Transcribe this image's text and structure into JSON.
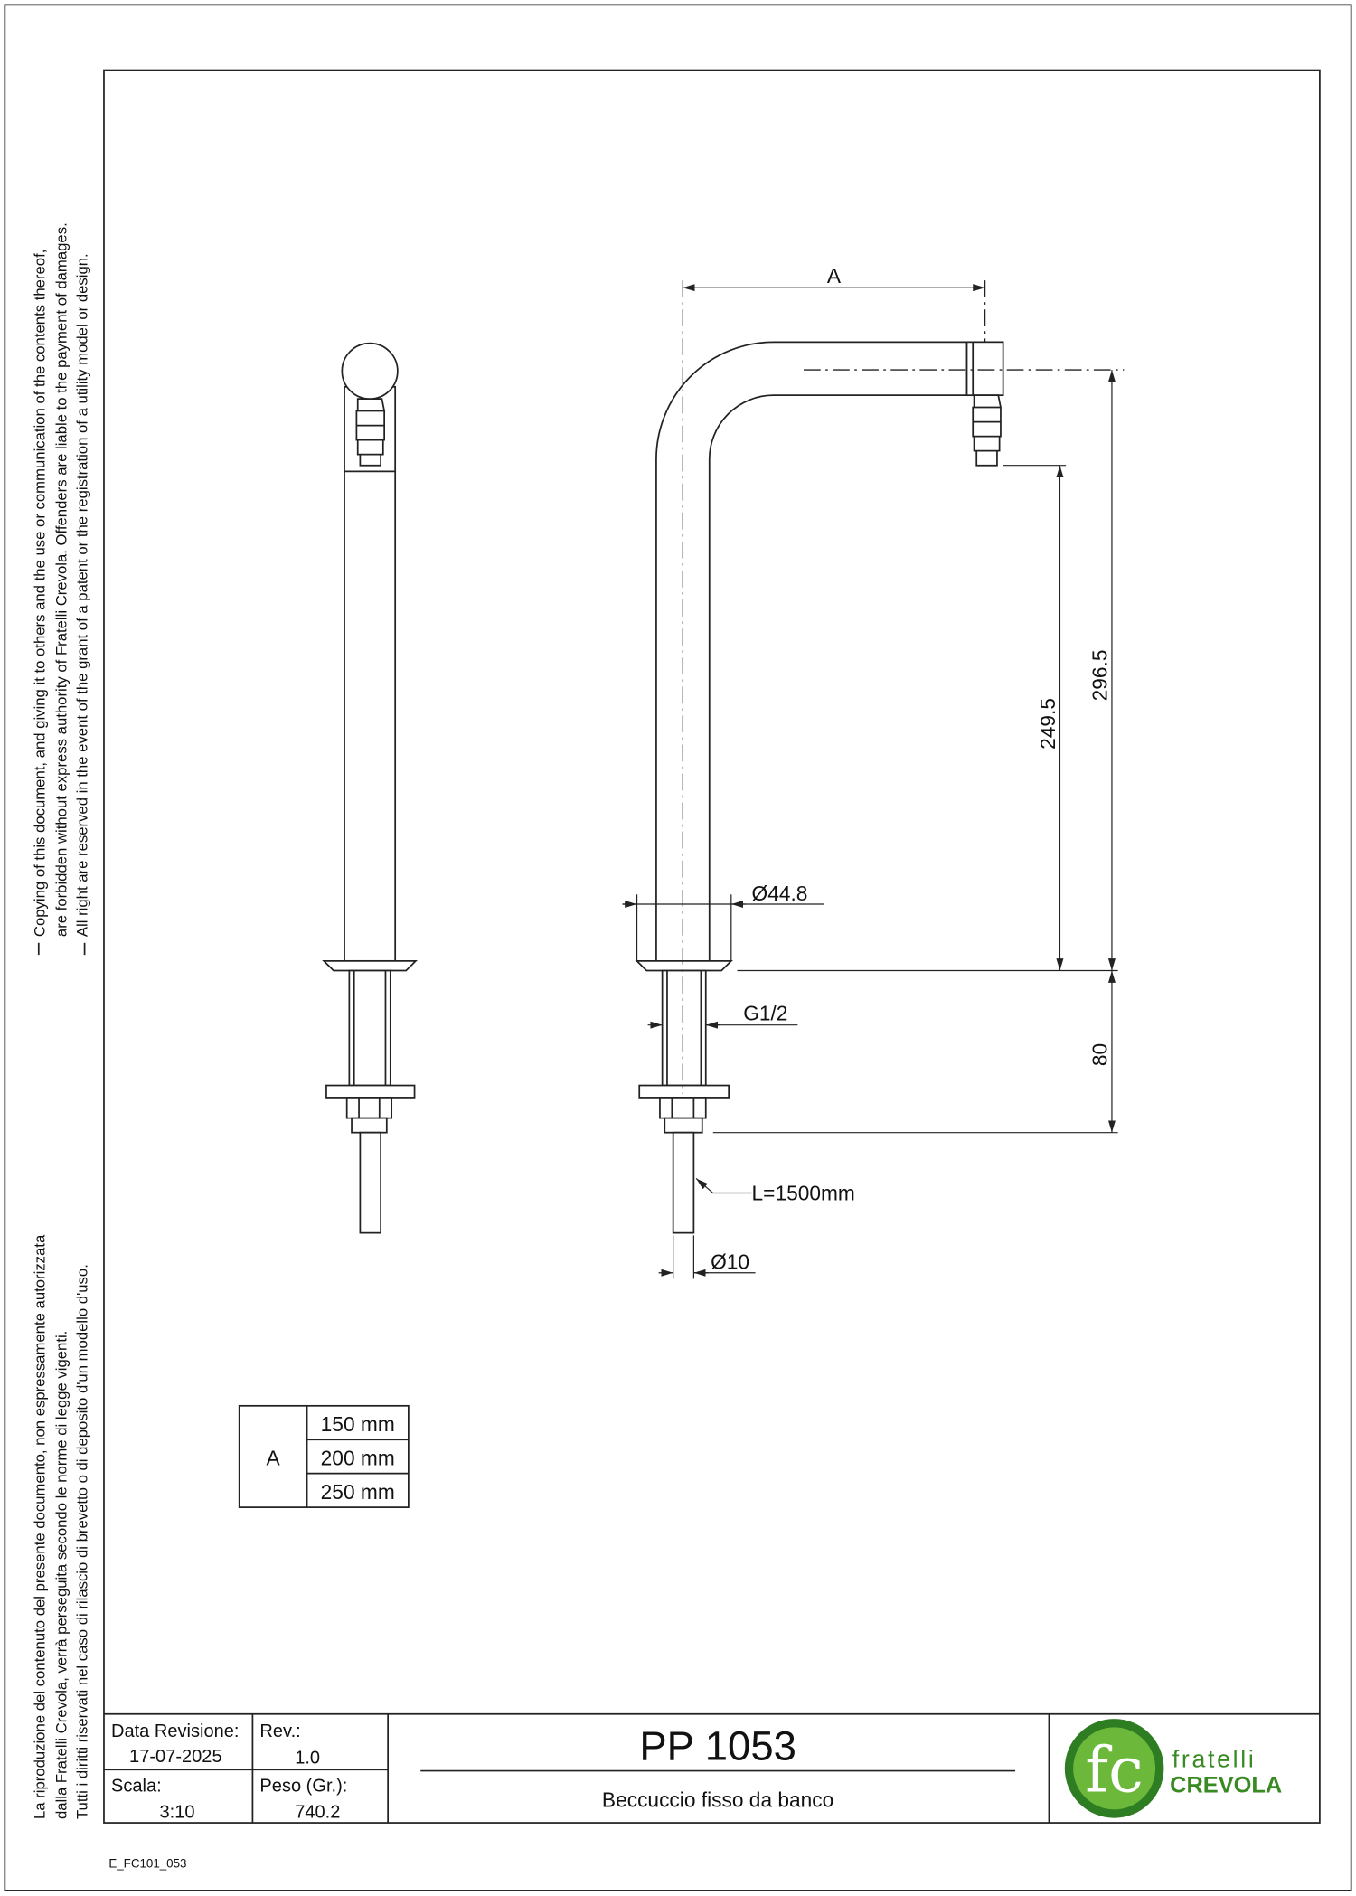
{
  "legal": {
    "en": [
      "Copying of this document, and giving it to others and the use or communication of the contents thereof,",
      "are forbidden without express authority of Fratelli Crevola. Offenders are liable to the payment of damages.",
      "All right are reserved in the event of the grant of a patent or the registration of a utility model or design."
    ],
    "it": [
      "La riproduzione del contenuto del presente documento, non espressamente autorizzata",
      "dalla Fratelli Crevola, verrà perseguita secondo le norme di legge vigenti.",
      "Tutti i diritti riservati nel caso di rilascio di brevetto o di deposito d'un modello d'uso."
    ]
  },
  "dimensions": {
    "a_label": "A",
    "d1": "296.5",
    "d2": "249.5",
    "d3": "80",
    "diameter_tube": "Ø44.8",
    "thread": "G1/2",
    "length": "L=1500mm",
    "diameter_pipe": "Ø10"
  },
  "variants_table": {
    "label": "A",
    "values": [
      "150 mm",
      "200 mm",
      "250 mm"
    ]
  },
  "title_block": {
    "date_label": "Data Revisione:",
    "date_value": "17-07-2025",
    "rev_label": "Rev.:",
    "rev_value": "1.0",
    "scale_label": "Scala:",
    "scale_value": "3:10",
    "weight_label": "Peso (Gr.):",
    "weight_value": "740.2",
    "code": "PP 1053",
    "description": "Beccuccio fisso da banco"
  },
  "logo": {
    "line1": "fratelli",
    "line2": "CREVOLA",
    "mark": "fc",
    "color": "#4a9a2a"
  },
  "file_id": "E_FC101_053"
}
